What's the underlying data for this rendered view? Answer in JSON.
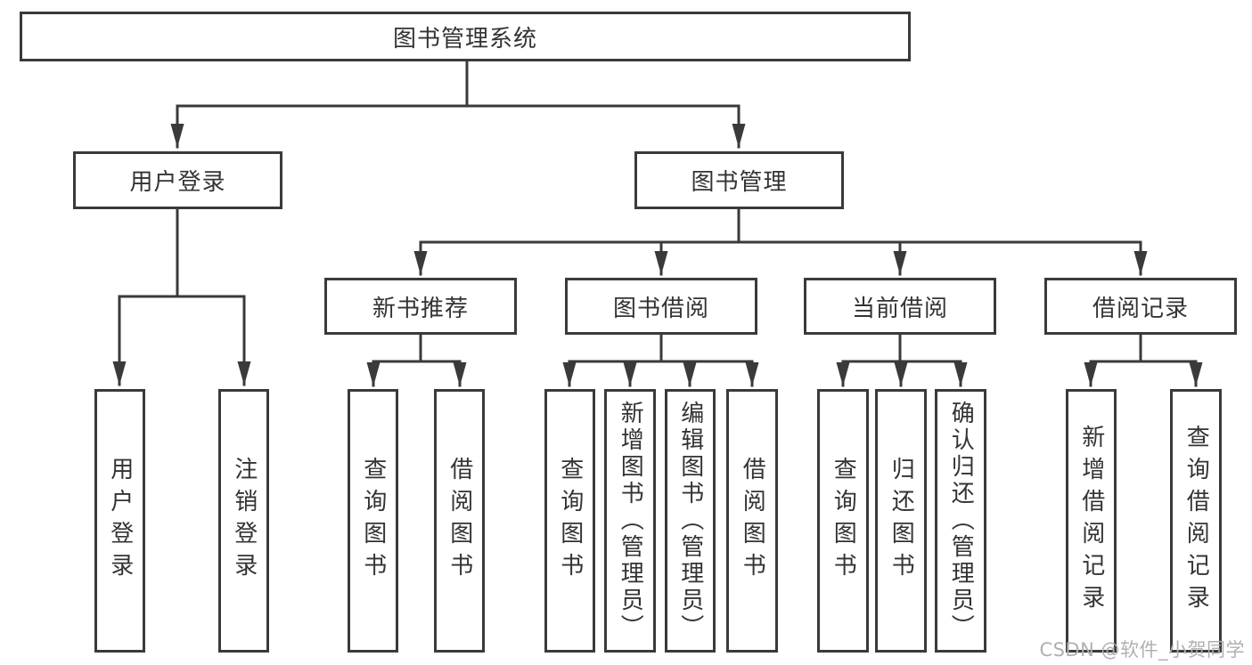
{
  "tree": {
    "root": {
      "label": "图书管理系统",
      "children": [
        {
          "label": "用户登录",
          "children": [
            {
              "label": "用户登录"
            },
            {
              "label": "注销登录"
            }
          ]
        },
        {
          "label": "图书管理",
          "children": [
            {
              "label": "新书推荐",
              "children": [
                {
                  "label": "查询图书"
                },
                {
                  "label": "借阅图书"
                }
              ]
            },
            {
              "label": "图书借阅",
              "children": [
                {
                  "label": "查询图书"
                },
                {
                  "label": "新增图书（管理员）"
                },
                {
                  "label": "编辑图书（管理员）"
                },
                {
                  "label": "借阅图书"
                }
              ]
            },
            {
              "label": "当前借阅",
              "children": [
                {
                  "label": "查询图书"
                },
                {
                  "label": "归还图书"
                },
                {
                  "label": "确认归还（管理员）"
                }
              ]
            },
            {
              "label": "借阅记录",
              "children": [
                {
                  "label": "新增借阅记录"
                },
                {
                  "label": "查询借阅记录"
                }
              ]
            }
          ]
        }
      ]
    }
  },
  "watermark": {
    "text": "CSDN @软件_小贺同学"
  },
  "colors": {
    "line": "#3a3a3a",
    "text": "#333333",
    "box_background": "#ffffff",
    "watermark": "#b0b0b0"
  }
}
